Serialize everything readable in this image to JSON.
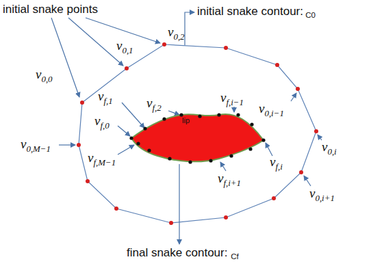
{
  "diagram": {
    "nodes": [
      {
        "text": [
          "lip"
        ]
      }
    ],
    "labels": [
      "initial snake points",
      "initial snake contour: C0",
      "v0,2",
      "v0,1",
      "v0,0",
      "vf,1",
      "vf,2",
      "vf,0",
      "vf,i−1",
      "v0,i−1",
      "v0,M−1",
      "v0,i",
      "vf,i",
      "vf,M−1",
      "vf,i+1",
      "v0,i+1",
      "final snake contour: Cf"
    ]
  }
}
